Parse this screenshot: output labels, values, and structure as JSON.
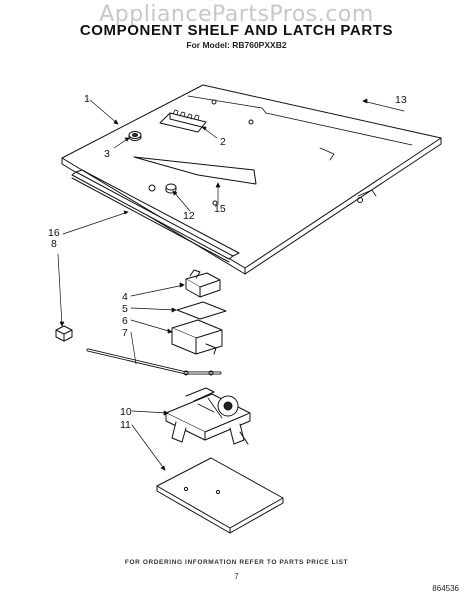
{
  "watermark": "AppliancePartsPros.com",
  "title": "COMPONENT SHELF AND LATCH PARTS",
  "subtitle": "For Model: RB760PXXB2",
  "callouts": {
    "c1": "1",
    "c2": "2",
    "c3": "3",
    "c4": "4",
    "c5": "5",
    "c6": "6",
    "c7": "7",
    "c8": "8",
    "c10": "10",
    "c11": "11",
    "c12": "12",
    "c13": "13",
    "c15": "15",
    "c16": "16"
  },
  "footer_note": "FOR ORDERING INFORMATION REFER TO PARTS PRICE LIST",
  "page_number": "7",
  "diagram_id": "864536"
}
